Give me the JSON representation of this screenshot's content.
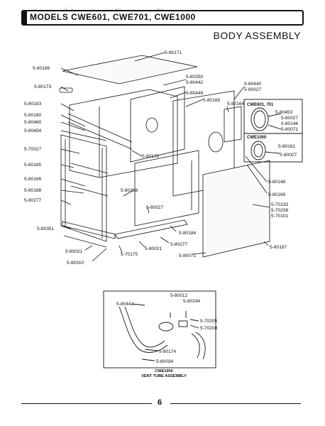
{
  "header": {
    "model_label": "MODELS CWE601, CWE701, CWE1000",
    "watermark": "AppliancePartsPros.com"
  },
  "section_title": "BODY ASSEMBLY",
  "main_labels": [
    "5-80171",
    "5-80186",
    "5-80173",
    "5-80183",
    "5-80180",
    "5-80460",
    "5-80454",
    "5-70027",
    "5-80185",
    "5-80166",
    "5-80188",
    "5-80277",
    "5-80351",
    "5-80021",
    "5-80310",
    "5-80250",
    "5-80442",
    "5-80449",
    "5-80165",
    "5-80164",
    "5-80440",
    "5-80027",
    "5-80172",
    "5-80368",
    "5-80027",
    "5-80184",
    "5-80277",
    "5-80021",
    "5-70175",
    "5-80071",
    "5-80187",
    "5-80148",
    "5-80169",
    "5-70233",
    "5-70238",
    "5-70101"
  ],
  "inset_a": {
    "title": "CWE601, 701",
    "labels": [
      "5-80453",
      "5-80027",
      "5-80146",
      "5-80071"
    ]
  },
  "inset_b": {
    "title": "CWE1000",
    "labels": [
      "5-80161",
      "5-80027"
    ]
  },
  "vent_tube": {
    "labels": [
      "5-80442",
      "5-80012",
      "5-80244",
      "5-70205",
      "5-70208",
      "5-80174",
      "5-80034"
    ],
    "caption_line1": "CWE1000",
    "caption_line2": "VENT TUBE ASSEMBLY"
  },
  "page_number": "6"
}
